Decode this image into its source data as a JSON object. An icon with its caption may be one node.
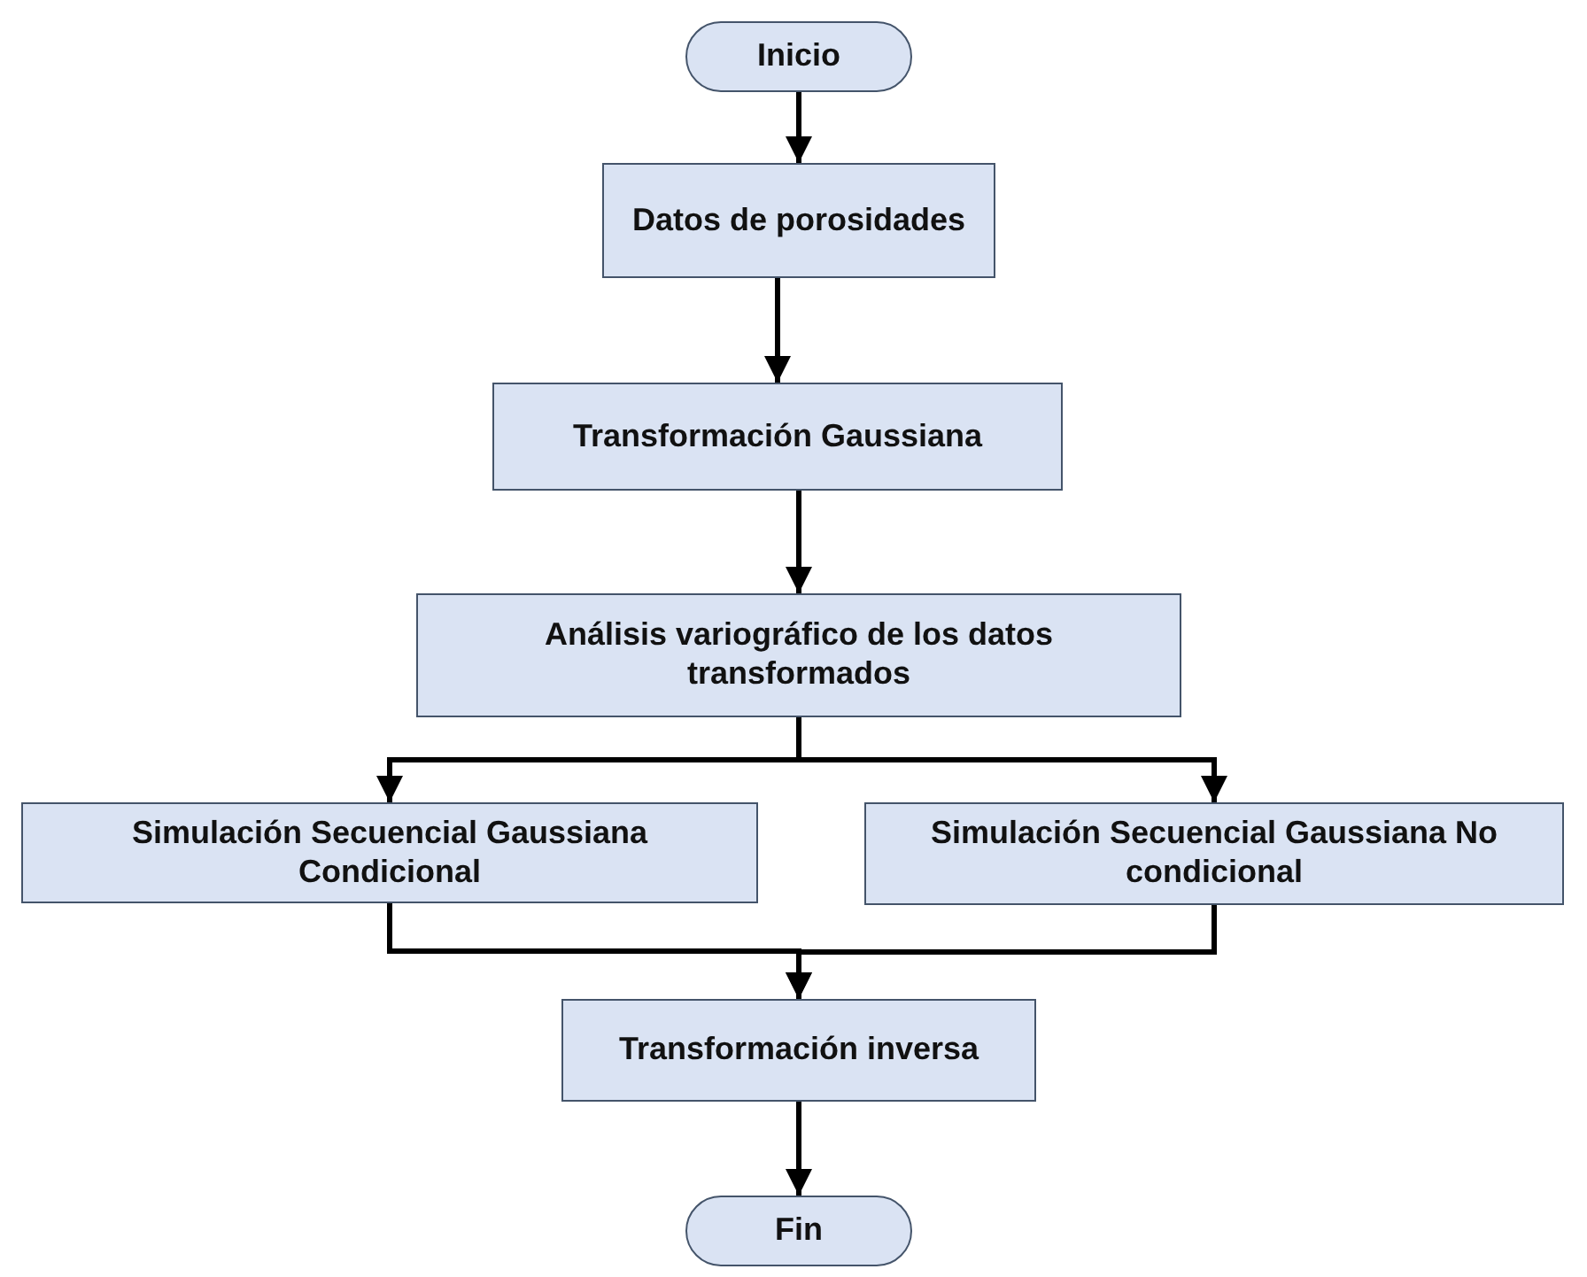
{
  "diagram": {
    "nodes": [
      {
        "text": [
          "Inicio"
        ]
      },
      {
        "text": [
          "Datos de porosidades"
        ]
      },
      {
        "text": [
          "Transformación Gaussiana"
        ]
      },
      {
        "text": [
          "Análisis variográfico de los datos transformados"
        ]
      },
      {
        "text": [
          "Simulación Secuencial Gaussiana Condicional"
        ]
      },
      {
        "text": [
          "Simulación Secuencial Gaussiana No condicional"
        ]
      },
      {
        "text": [
          "Transformación inversa"
        ]
      },
      {
        "text": [
          "Fin"
        ]
      }
    ],
    "edges": [
      {
        "from": 0,
        "to": 1,
        "arrow": "to"
      },
      {
        "from": 1,
        "to": 2,
        "arrow": "to"
      },
      {
        "from": 2,
        "to": 3,
        "arrow": "to"
      },
      {
        "from": 3,
        "to": 4,
        "arrow": "to"
      },
      {
        "from": 3,
        "to": 5,
        "arrow": "to"
      },
      {
        "from": 4,
        "to": 6,
        "arrow": "to"
      },
      {
        "from": 5,
        "to": 6,
        "arrow": "to"
      },
      {
        "from": 6,
        "to": 7,
        "arrow": "to"
      }
    ]
  }
}
